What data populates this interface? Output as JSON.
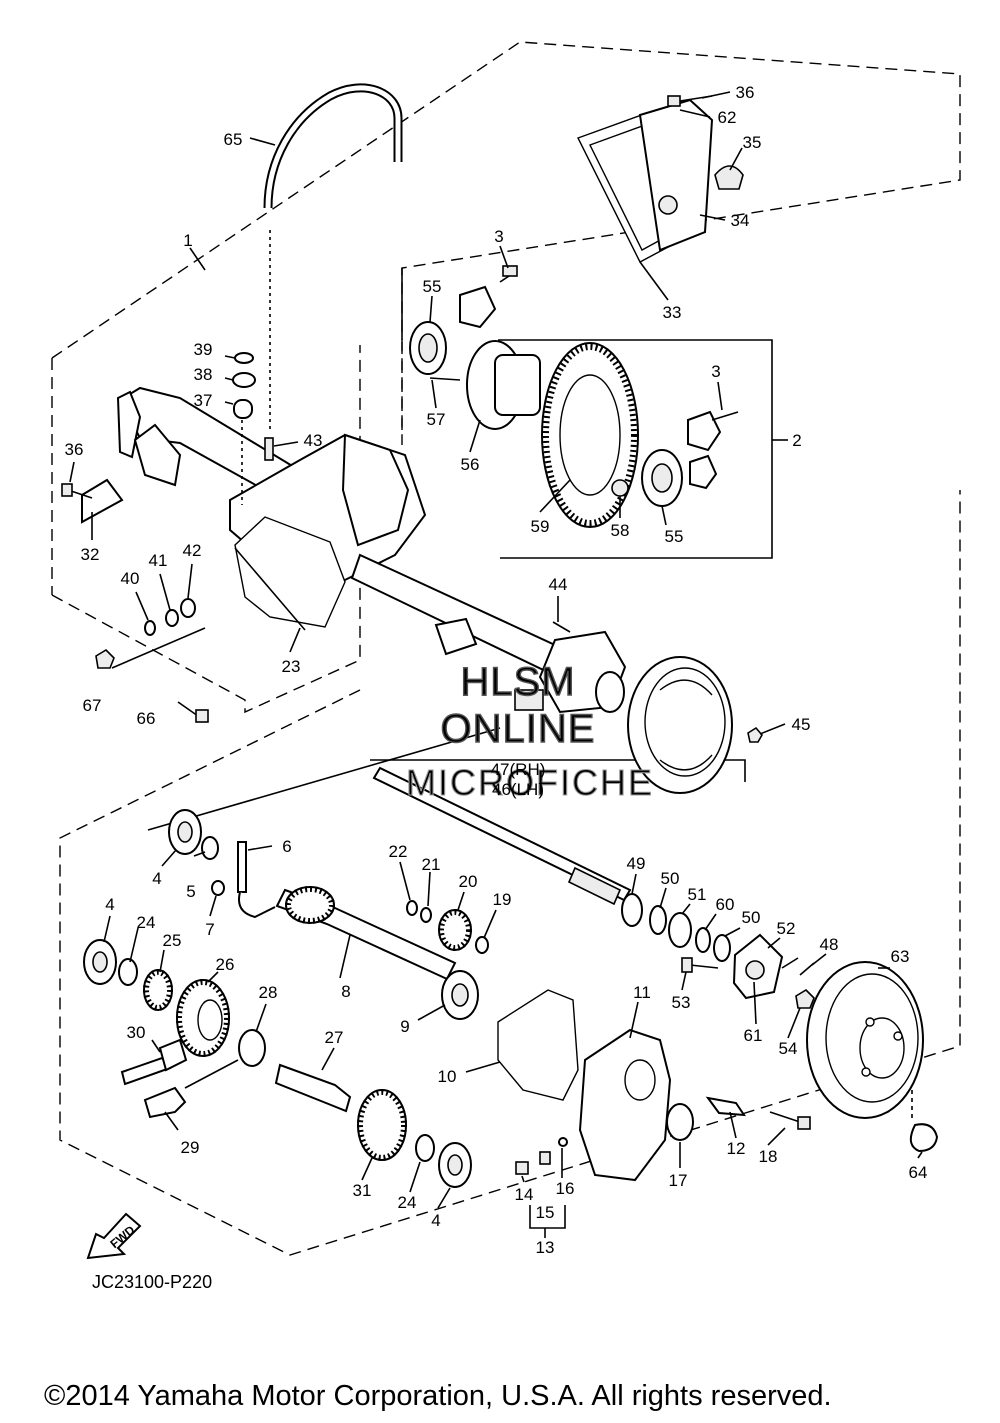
{
  "diagram_code": "JC23100-P220",
  "copyright": "©2014 Yamaha Motor Corporation, U.S.A. All rights reserved.",
  "watermark": {
    "line1": "HLSM",
    "line2": "ONLINE",
    "line3": "MICROFICHE"
  },
  "fwd_label": "FWD",
  "callouts": {
    "p65": "65",
    "p1": "1",
    "p36a": "36",
    "p62": "62",
    "p35": "35",
    "p34": "34",
    "p33": "33",
    "p3a": "3",
    "p55a": "55",
    "p57": "57",
    "p56": "56",
    "p59": "59",
    "p58": "58",
    "p55b": "55",
    "p3b": "3",
    "p2": "2",
    "p39": "39",
    "p38": "38",
    "p37": "37",
    "p43": "43",
    "p36b": "36",
    "p32": "32",
    "p40": "40",
    "p41": "41",
    "p42": "42",
    "p23": "23",
    "p67": "67",
    "p66": "66",
    "p44": "44",
    "p45": "45",
    "p47": "47(RH)",
    "p46": "46(LH)",
    "p6": "6",
    "p4a": "4",
    "p5": "5",
    "p7": "7",
    "p22": "22",
    "p21": "21",
    "p20": "20",
    "p19": "19",
    "p49": "49",
    "p50a": "50",
    "p51": "51",
    "p60": "60",
    "p50b": "50",
    "p52": "52",
    "p48": "48",
    "p63": "63",
    "p4b": "4",
    "p24a": "24",
    "p25": "25",
    "p26": "26",
    "p8": "8",
    "p9": "9",
    "p28": "28",
    "p27": "27",
    "p30": "30",
    "p29": "29",
    "p10": "10",
    "p11": "11",
    "p53": "53",
    "p61": "61",
    "p54": "54",
    "p12": "12",
    "p18": "18",
    "p17": "17",
    "p64": "64",
    "p31": "31",
    "p24b": "24",
    "p4c": "4",
    "p14": "14",
    "p16": "16",
    "p15": "15",
    "p13": "13"
  }
}
